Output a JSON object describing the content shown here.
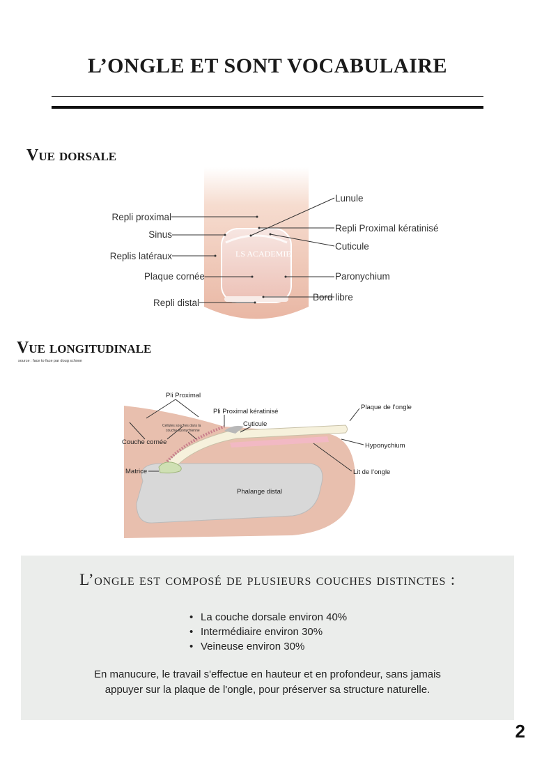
{
  "title": "L’ONGLE ET SONT VOCABULAIRE",
  "dorsal": {
    "heading": "Vue dorsale",
    "watermark": "LS ACADEMIE",
    "labels": {
      "repli_proximal": "Repli proximal",
      "sinus": "Sinus",
      "replis_lateraux": "Replis latéraux",
      "plaque_cornee": "Plaque cornée",
      "repli_distal": "Repli distal",
      "lunule": "Lunule",
      "repli_proximal_keratinise": "Repli Proximal kératinisé",
      "cuticule": "Cuticule",
      "paronychium": "Paronychium",
      "bord_libre": "Bord libre"
    }
  },
  "longitudinal": {
    "heading": "Vue longitudinale",
    "source": "source : face to face par doug schoon",
    "labels": {
      "pli_proximal": "Pli Proximal",
      "pli_proximal_keratinise": "Pli Proximal kératinisé",
      "cuticule": "Cuticule",
      "plaque_ongle": "Plaque de l’ongle",
      "cellules_line1": "Cellules souches dans la",
      "cellules_line2": "couche éponychienne",
      "couche_cornee": "Couche cornée",
      "hyponychium": "Hyponychium",
      "matrice": "Matrice",
      "lit_ongle": "Lit de l’ongle",
      "phalange": "Phalange distal"
    }
  },
  "info": {
    "heading": "L’ongle est composé de plusieurs couches distinctes :",
    "items": [
      "La couche dorsale environ 40%",
      "Intermédiaire environ 30%",
      "Veineuse environ 30%"
    ],
    "note": "En manucure, le travail s'effectue en hauteur et en profondeur, sans jamais appuyer sur la plaque de l'ongle, pour préserver sa structure naturelle."
  },
  "page_number": "2",
  "colors": {
    "skin": "#e8bfae",
    "nail": "#f3d3cc",
    "bone": "#d8d8d8",
    "plate": "#f6f1dc",
    "matrix": "#cfe0b4",
    "box": "#ebedeb"
  }
}
